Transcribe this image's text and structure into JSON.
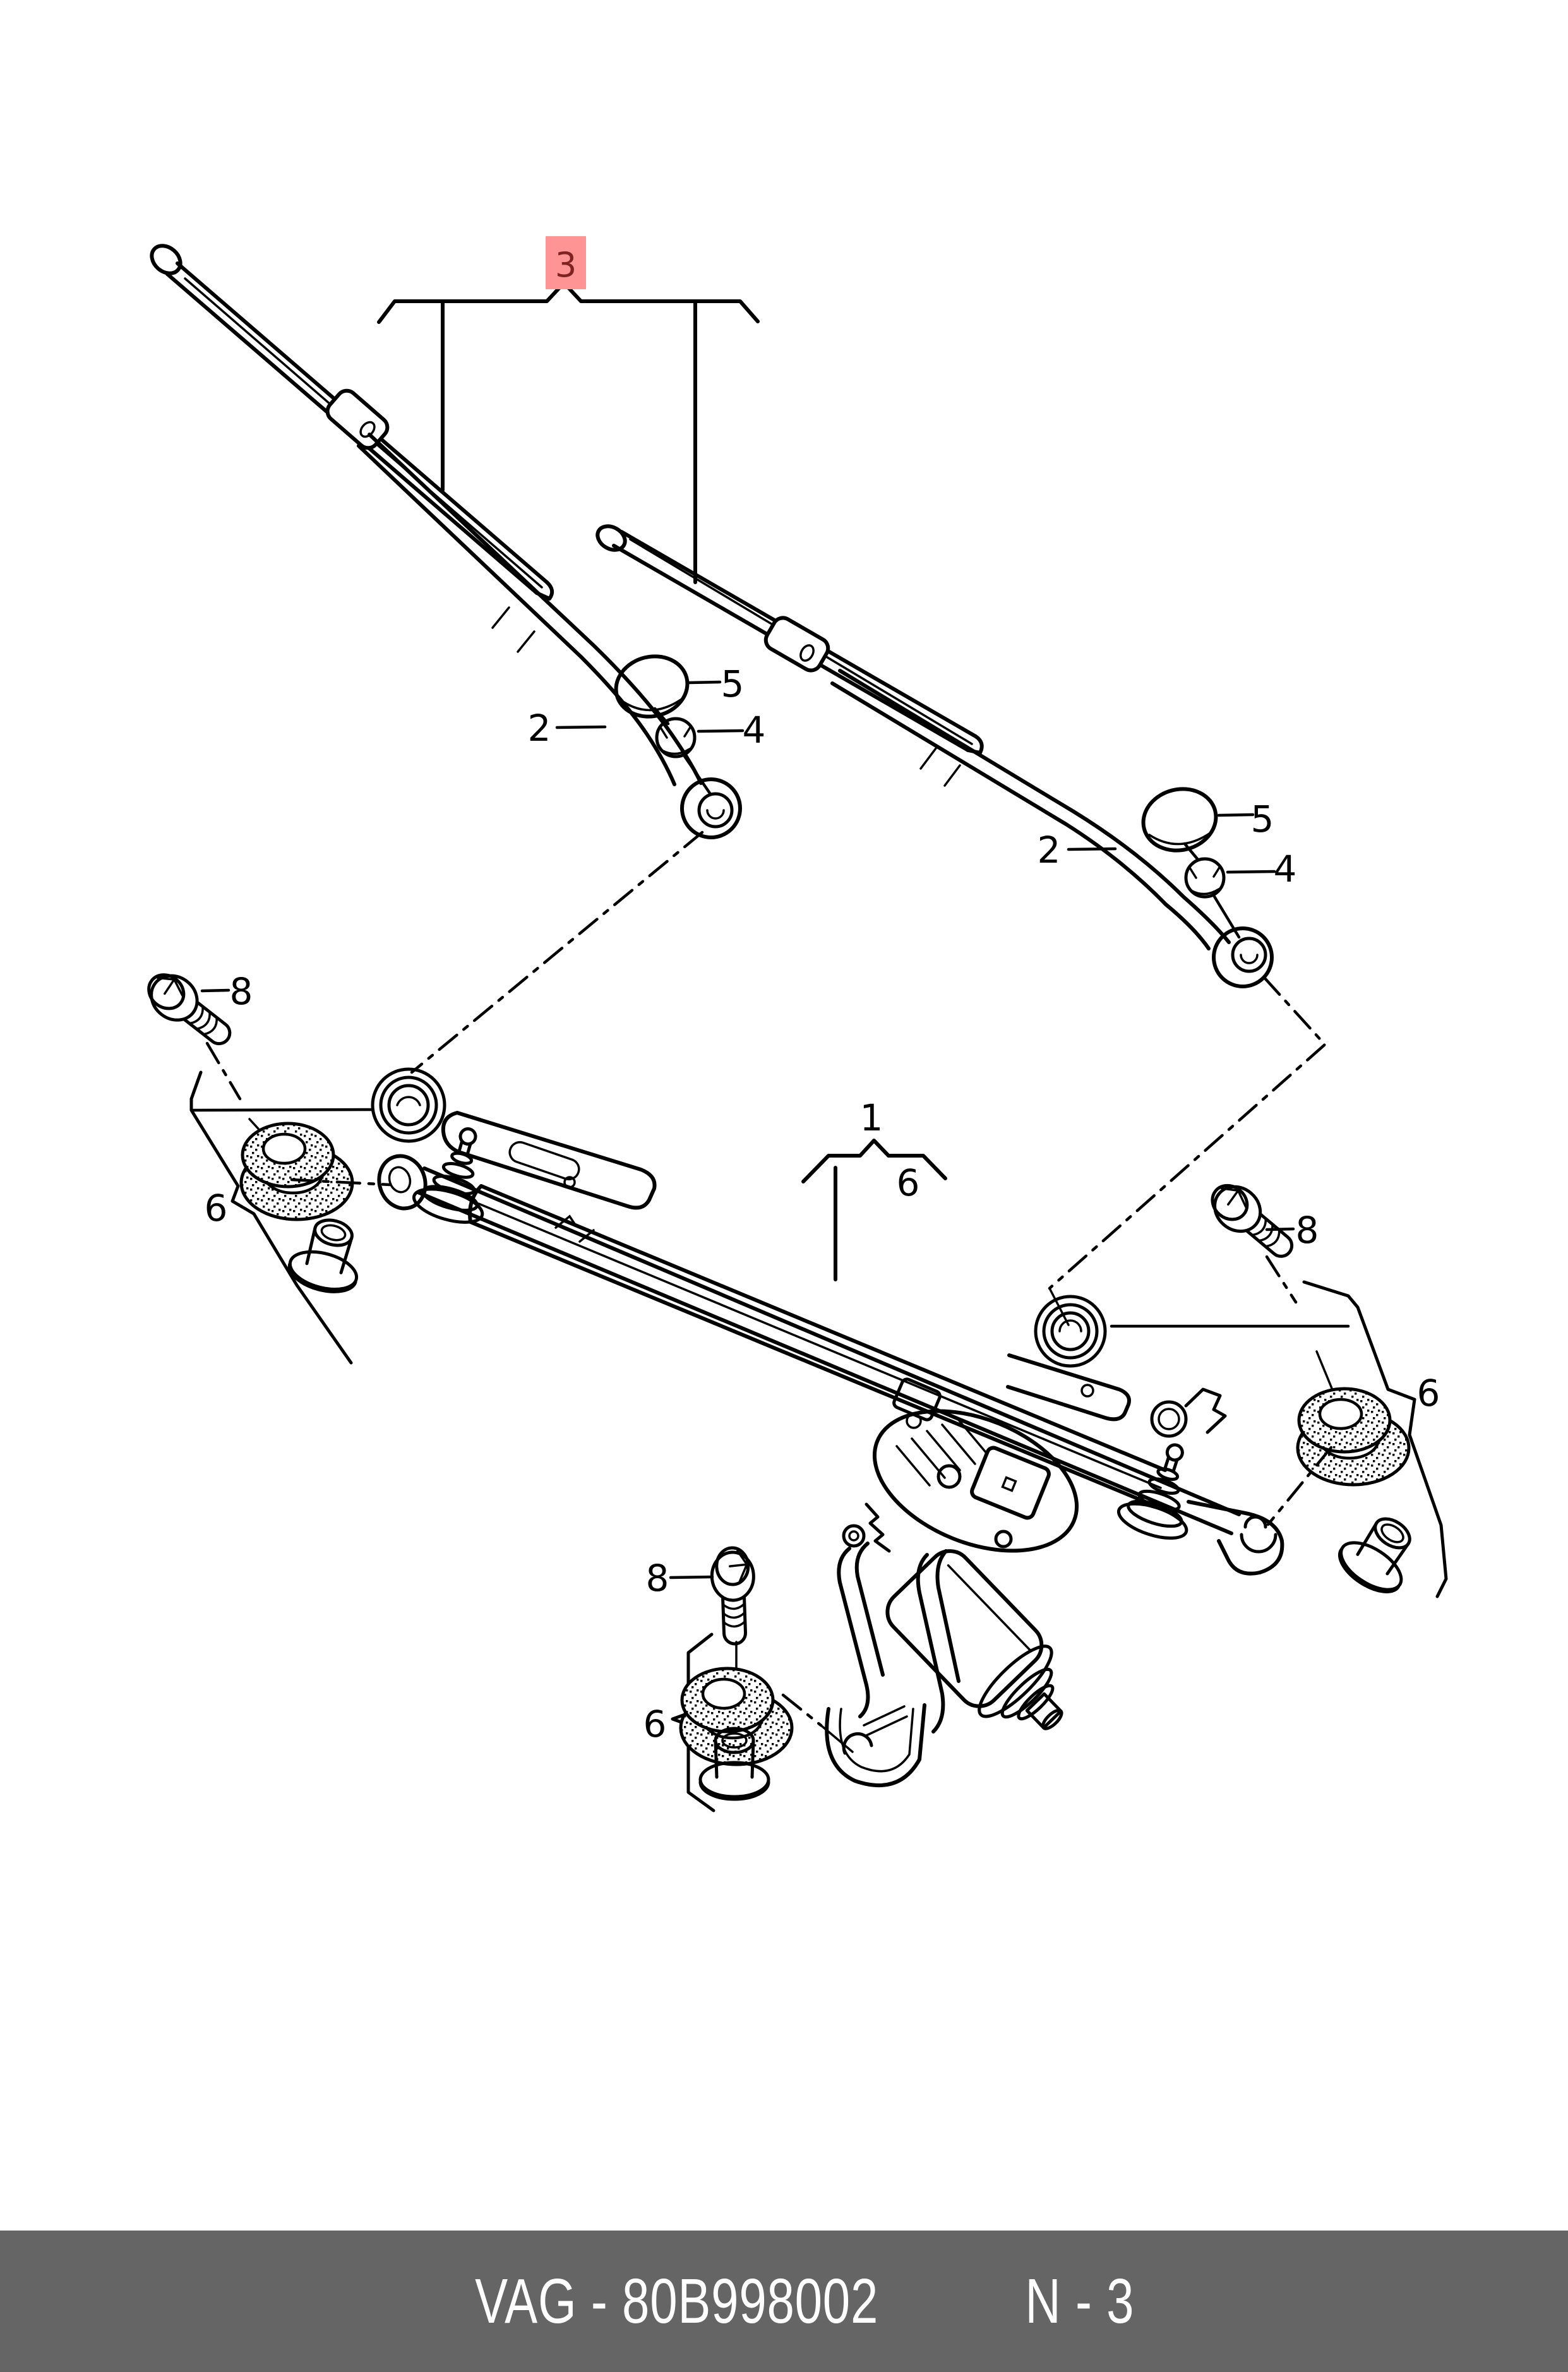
{
  "document": {
    "kind": "parts-catalog-diagram",
    "subject": "windshield wiper arms, blades, linkage frame and wiper motor"
  },
  "footer": {
    "catalog_code": "VAG - 80B998002",
    "page_ref": "N - 3",
    "bg_color": "#656565",
    "text_color": "#ffffff"
  },
  "highlighted_callout": {
    "label": "3",
    "bg_color": "#ff9494",
    "text_color": "#7e2222"
  },
  "callouts": {
    "assembly": "1",
    "mount_center": "6",
    "wiper_arm_left": "2",
    "cap_left": "5",
    "nut_left": "4",
    "wiper_arm_right": "2",
    "cap_right": "5",
    "nut_right": "4",
    "bolt_left": "8",
    "mount_left": "6",
    "bolt_right": "8",
    "mount_right": "6",
    "bolt_bottom": "8",
    "mount_bottom": "6"
  }
}
